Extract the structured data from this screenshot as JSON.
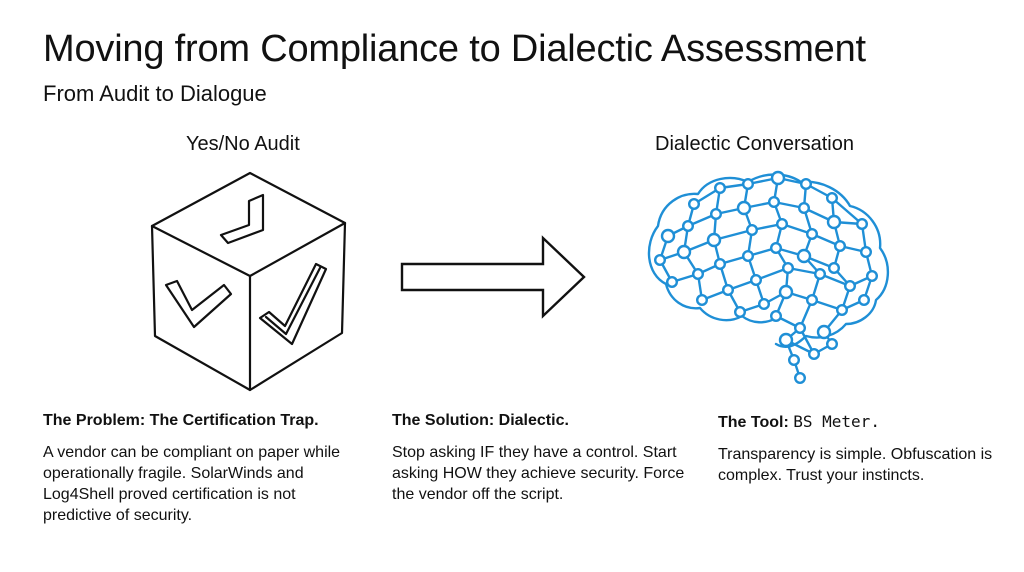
{
  "slide": {
    "title": "Moving from Compliance to Dialectic Assessment",
    "subtitle": "From Audit to Dialogue"
  },
  "left_visual": {
    "label": "Yes/No Audit",
    "icon": "checkbox-cube-icon"
  },
  "transition": {
    "icon": "right-arrow-icon"
  },
  "right_visual": {
    "label": "Dialectic Conversation",
    "icon": "brain-network-icon",
    "color": "#1f8fd6"
  },
  "columns": {
    "problem": {
      "heading": "The Problem: The Certification Trap.",
      "body": "A vendor can be compliant on paper while operationally fragile. SolarWinds and Log4Shell proved certification is not predictive of security."
    },
    "solution": {
      "heading": "The Solution: Dialectic.",
      "body": "Stop asking IF they have a control. Start asking HOW they achieve security. Force the vendor off the script."
    },
    "tool": {
      "heading_prefix": "The Tool: ",
      "heading_mono": "BS Meter.",
      "body": "Transparency is simple. Obfuscation is complex. Trust your instincts."
    }
  }
}
